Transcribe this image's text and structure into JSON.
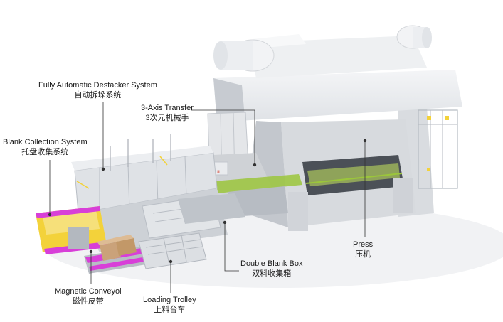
{
  "labels": {
    "destacker": {
      "en": "Fully Automatic Destacker System",
      "zh": "自动拆垛系统"
    },
    "transfer": {
      "en": "3-Axis Transfer",
      "zh": "3次元机械手"
    },
    "blank_collection": {
      "en": "Blank Collection System",
      "zh": "托盘收集系统"
    },
    "press": {
      "en": "Press",
      "zh": "压机"
    },
    "double_blank": {
      "en": "Double Blank Box",
      "zh": "双料收集箱"
    },
    "magnetic": {
      "en": "Magnetic Conveyol",
      "zh": "磁性皮带"
    },
    "trolley": {
      "en": "Loading Trolley",
      "zh": "上料台车"
    }
  },
  "brand_text": "RUIKUI",
  "colors": {
    "body": "#d4d7dc",
    "dark": "#a9aeb6",
    "yellow": "#f3d23a",
    "magenta": "#d83fd8",
    "green": "#9bc63b",
    "crate": "#caa27a"
  }
}
